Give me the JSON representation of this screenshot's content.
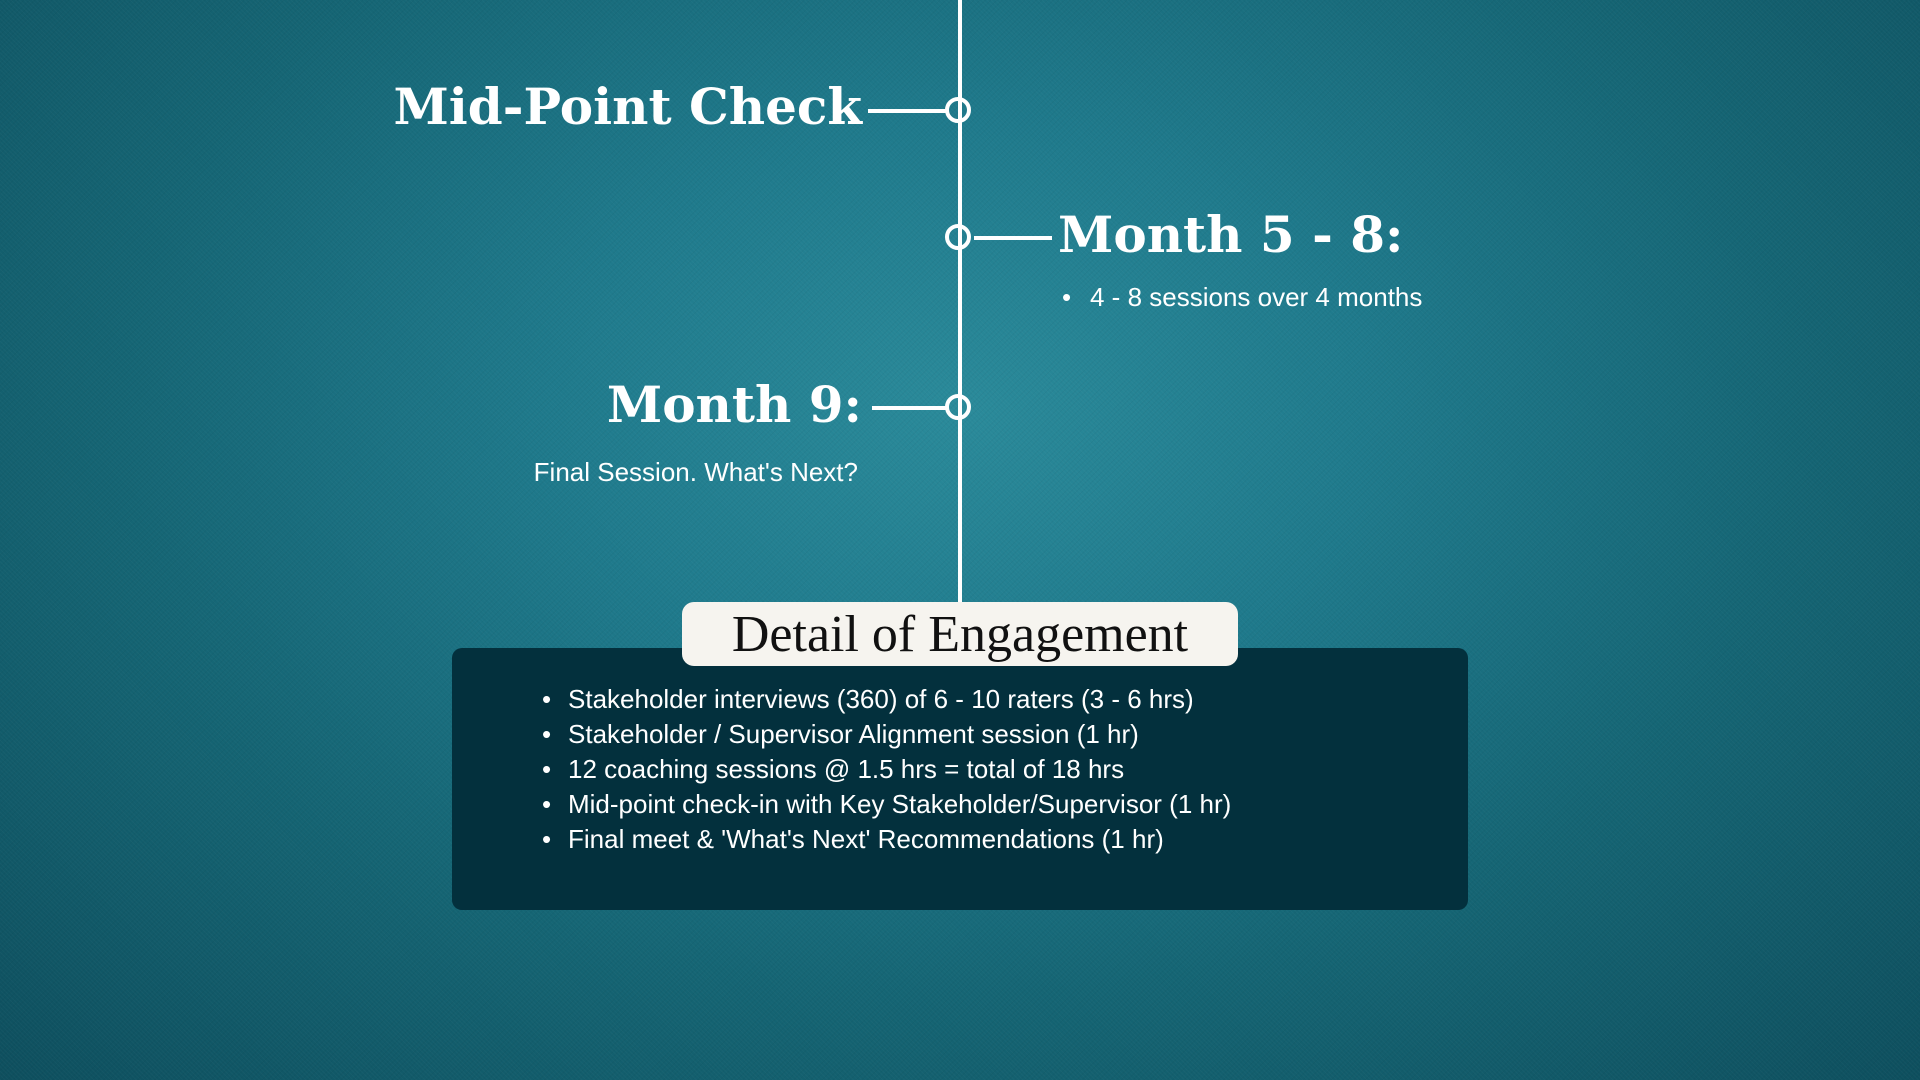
{
  "timeline": {
    "milestones": [
      {
        "title": "Mid-Point Check",
        "note": ""
      },
      {
        "title": "Month 5 - 8:",
        "note": "4 - 8 sessions over 4 months"
      },
      {
        "title": "Month 9:",
        "note": "Final Session. What's Next?"
      }
    ]
  },
  "details": {
    "title": "Detail of Engagement",
    "items": [
      "Stakeholder interviews (360) of 6 - 10 raters (3 - 6 hrs)",
      "Stakeholder / Supervisor Alignment session (1 hr)",
      "12 coaching sessions @ 1.5 hrs = total of 18 hrs",
      "Mid-point check-in with Key Stakeholder/Supervisor (1 hr)",
      "Final meet & 'What's Next' Recommendations (1 hr)"
    ]
  },
  "colors": {
    "background": "#1f7a8c",
    "panel": "#03303d",
    "line": "#ffffff"
  }
}
